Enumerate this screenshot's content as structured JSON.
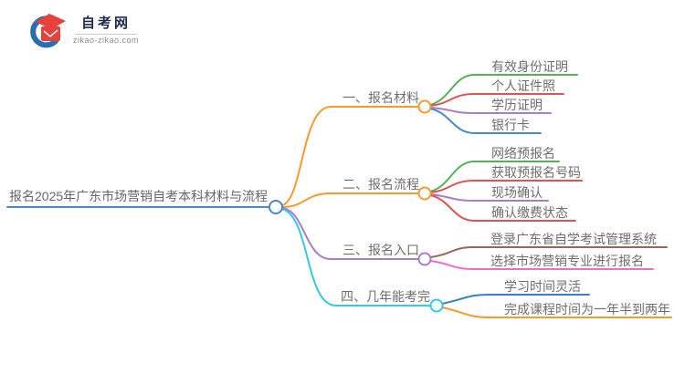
{
  "logo": {
    "site_name": "自考网",
    "site_url": "zikao-zikao.com",
    "brand_blue": "#2a6fad",
    "brand_red": "#e8403a"
  },
  "mindmap": {
    "root": {
      "label": "报名2025年广东市场营销自考本科材料与流程",
      "color": "#4a89c8"
    },
    "branches": [
      {
        "label": "一、报名材料",
        "color": "#f59b2c",
        "children": [
          {
            "label": "有效身份证明",
            "color": "#53b157"
          },
          {
            "label": "个人证件照",
            "color": "#e05353"
          },
          {
            "label": "学历证明",
            "color": "#a87cc9"
          },
          {
            "label": "银行卡",
            "color": "#4a89c8"
          }
        ]
      },
      {
        "label": "二、报名流程",
        "color": "#f59b2c",
        "children": [
          {
            "label": "网络预报名",
            "color": "#53b157"
          },
          {
            "label": "获取预报名号码",
            "color": "#e05353"
          },
          {
            "label": "现场确认",
            "color": "#a87cc9"
          },
          {
            "label": "确认缴费状态",
            "color": "#e05353"
          }
        ]
      },
      {
        "label": "三、报名入口",
        "color": "#a87cc9",
        "children": [
          {
            "label": "登录广东省自学考试管理系统",
            "color": "#96685a"
          },
          {
            "label": "选择市场营销专业进行报名",
            "color": "#ee6ec4"
          }
        ]
      },
      {
        "label": "四、几年能考完",
        "color": "#35c8e8",
        "children": [
          {
            "label": "学习时间灵活",
            "color": "#3a7fc1"
          },
          {
            "label": "完成课程时间为一年半到两年",
            "color": "#f59b2c"
          }
        ]
      }
    ]
  }
}
